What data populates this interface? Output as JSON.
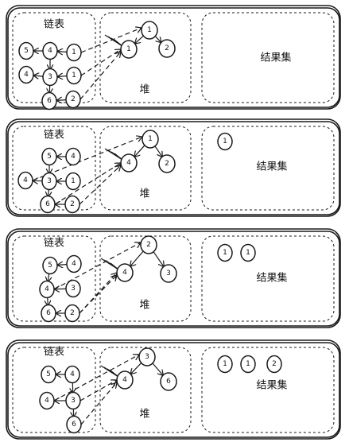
{
  "labels": {
    "linked_list": "链表",
    "heap": "堆",
    "result_set": "结果集"
  },
  "panels": [
    {
      "list_nodes": [
        "5",
        "4",
        "1",
        "4",
        "3",
        "1",
        "6",
        "2"
      ],
      "heap_nodes": [
        "1",
        "1",
        "2"
      ],
      "result_nodes": []
    },
    {
      "list_nodes": [
        "5",
        "4",
        "4",
        "3",
        "1",
        "6",
        "2"
      ],
      "heap_nodes": [
        "1",
        "4",
        "2"
      ],
      "result_nodes": [
        "1"
      ]
    },
    {
      "list_nodes": [
        "5",
        "4",
        "4",
        "3",
        "6",
        "2"
      ],
      "heap_nodes": [
        "2",
        "4",
        "3"
      ],
      "result_nodes": [
        "1",
        "1"
      ]
    },
    {
      "list_nodes": [
        "5",
        "4",
        "4",
        "3",
        "6"
      ],
      "heap_nodes": [
        "3",
        "4",
        "6"
      ],
      "result_nodes": [
        "1",
        "1",
        "2"
      ]
    }
  ]
}
